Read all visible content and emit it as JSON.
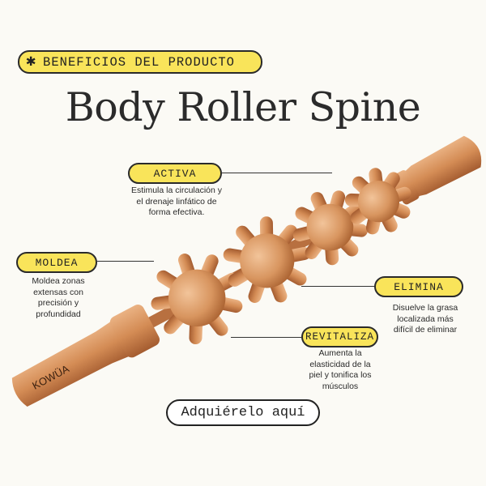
{
  "header": {
    "badge_icon": "asterisk-flower-icon",
    "badge_label": "BENEFICIOS DEL PRODUCTO",
    "title": "Body Roller Spine"
  },
  "product": {
    "brand": "KOWÜA"
  },
  "benefits": [
    {
      "label": "ACTIVA",
      "description": [
        "Estimula la circulación y",
        "el drenaje linfático de",
        "forma efectiva."
      ]
    },
    {
      "label": "MOLDEA",
      "description": [
        "Moldea zonas",
        "extensas con",
        "precisión y",
        "profundidad"
      ]
    },
    {
      "label": "ELIMINA",
      "description": [
        "Disuelve la grasa",
        "localizada más",
        "difícil de eliminar"
      ]
    },
    {
      "label": "REVITALIZA",
      "description": [
        "Aumenta la",
        "elasticidad de la",
        "piel y tonifica los",
        "músculos"
      ]
    }
  ],
  "cta": {
    "label": "Adquiérelo aquí"
  },
  "colors": {
    "background": "#fbfaf5",
    "accent": "#f9e45a",
    "wood": "#d9925a"
  }
}
